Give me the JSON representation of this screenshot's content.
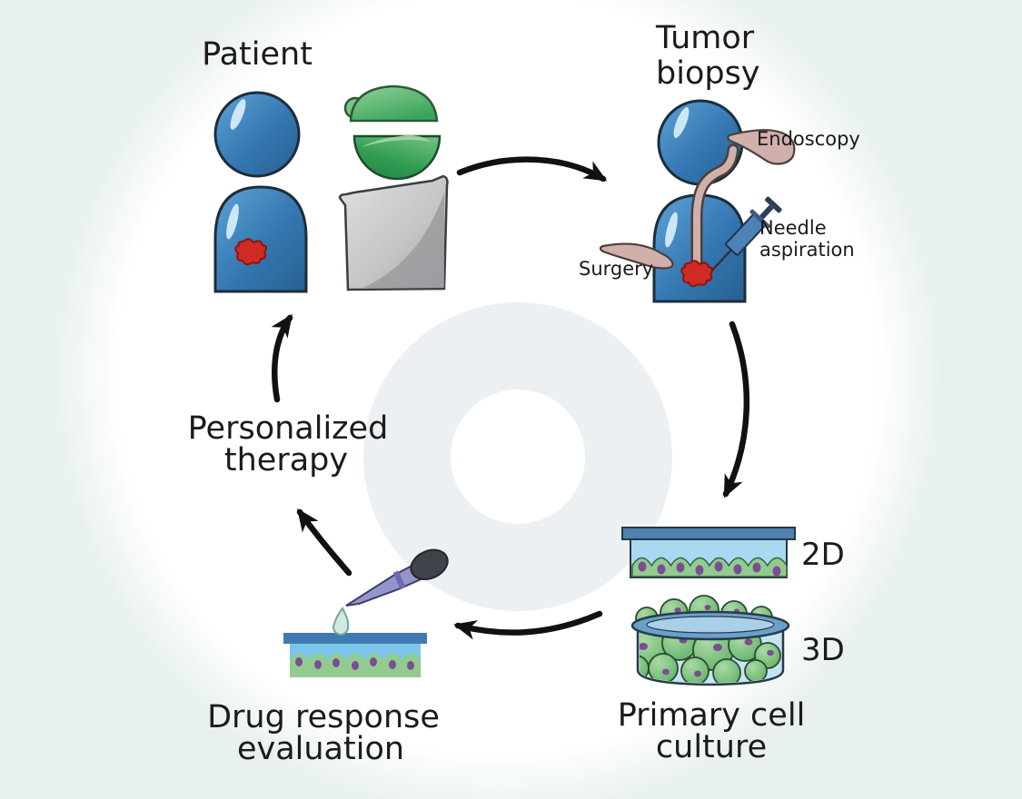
{
  "figure": {
    "type": "cyclic-workflow-diagram",
    "description": "Personalized cancer therapy cycle",
    "cycle": [
      "Patient",
      "Tumor biopsy",
      "Primary cell culture",
      "Drug response evaluation",
      "Personalized therapy"
    ]
  },
  "labels": {
    "patient": "Patient",
    "tumor_biopsy": {
      "line1": "Tumor",
      "line2": "biopsy"
    },
    "endoscopy": "Endoscopy",
    "needle_aspiration": {
      "line1": "Needle",
      "line2": "aspiration"
    },
    "surgery": "Surgery",
    "culture_2d": "2D",
    "culture_3d": "3D",
    "primary_cell_culture": {
      "line1": "Primary cell",
      "line2": "culture"
    },
    "drug_response": {
      "line1": "Drug response",
      "line2": "evaluation"
    },
    "personalized_therapy": {
      "line1": "Personalized",
      "line2": "therapy"
    }
  },
  "icons": [
    "patient-icon",
    "clinician-icon",
    "biopsy-person-icon",
    "endoscope-icon",
    "syringe-icon",
    "scalpel-icon",
    "tumor-icon",
    "flask-2d-icon",
    "dish-3d-icon",
    "spheroid-icon",
    "pipette-icon",
    "droplet-icon",
    "drug-dish-icon",
    "arrow-icon"
  ],
  "colors": {
    "page_bg": "#e8f1ee",
    "blob_white": "#ffffff",
    "ring_gray": "#edf0f3",
    "text": "#1b1b1b",
    "arrow": "#111111",
    "person_blue": "#3a7cb5",
    "person_blue_dark": "#2a669f",
    "person_blue_light": "#5ca3d6",
    "tumor_red": "#cf2b22",
    "tumor_red_dark": "#8c150f",
    "cap_green": "#7cc484",
    "mask_green": "#2f9b51",
    "gown_gray": "#c9cacc",
    "instrument_tan": "#d0b0aa",
    "syringe_blue": "#4d82b6",
    "syringe_navy": "#2d3d56",
    "flask_bar_blue": "#4e80b0",
    "flask_media_blue": "#a9d9f0",
    "drug_bar_blue": "#3f7bb0",
    "drug_media_blue": "#7cc4e8",
    "dish_rim_blue": "#6aa0cc",
    "dish_body_blue": "#c6e3f4",
    "cells_green": "#92cb8f",
    "spheroid_green": "#82c583",
    "nucleus_purple": "#7b4d95",
    "pipette_purple": "#9494cf",
    "pipette_bulb": "#3f444a",
    "droplet_teal": "#cfe9e3"
  }
}
